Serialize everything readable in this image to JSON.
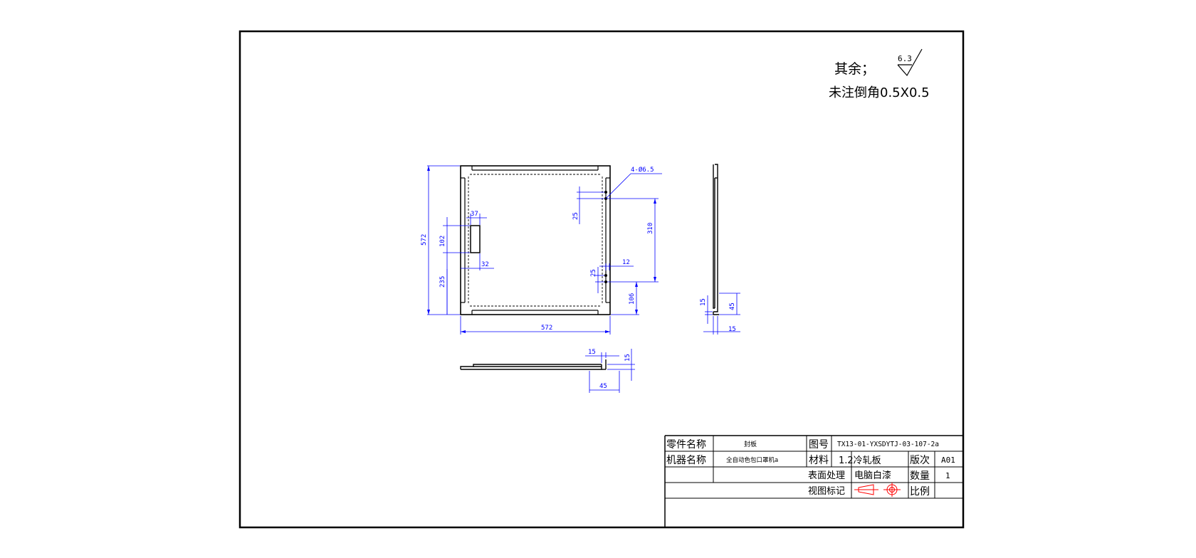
{
  "notes": {
    "surface_label": "其余；",
    "roughness_value": "6.3",
    "chamfer_note": "未注倒角0.5X0.5"
  },
  "dimensions": {
    "front_width": "572",
    "front_height": "572",
    "hole_callout": "4-Ø6.5",
    "slot_width": "37",
    "slot_height": "102",
    "slot_offset": "32",
    "slot_bottom": "235",
    "hole_spacing_top": "25",
    "hole_span": "310",
    "hole_edge": "12",
    "hole_spacing_bottom": "25",
    "hole_bottom": "106",
    "side_flange": "15",
    "side_lip": "15",
    "side_depth": "45",
    "bottom_flange": "15",
    "bottom_lip": "15",
    "bottom_depth": "45"
  },
  "title_block": {
    "part_name_label": "零件名称",
    "part_name": "封板",
    "drawing_no_label": "图号",
    "drawing_no": "TX13-01-YXSDYTJ-03-107-2a",
    "machine_name_label": "机器名称",
    "machine_name": "全自动色包口罩机a",
    "material_label": "材料",
    "material": "1.2冷轧板",
    "revision_label": "版次",
    "revision": "A01",
    "surface_label": "表面处理",
    "surface": "电脑白漆",
    "quantity_label": "数量",
    "quantity": "1",
    "view_label": "视图标记",
    "scale_label": "比例",
    "scale": ""
  }
}
